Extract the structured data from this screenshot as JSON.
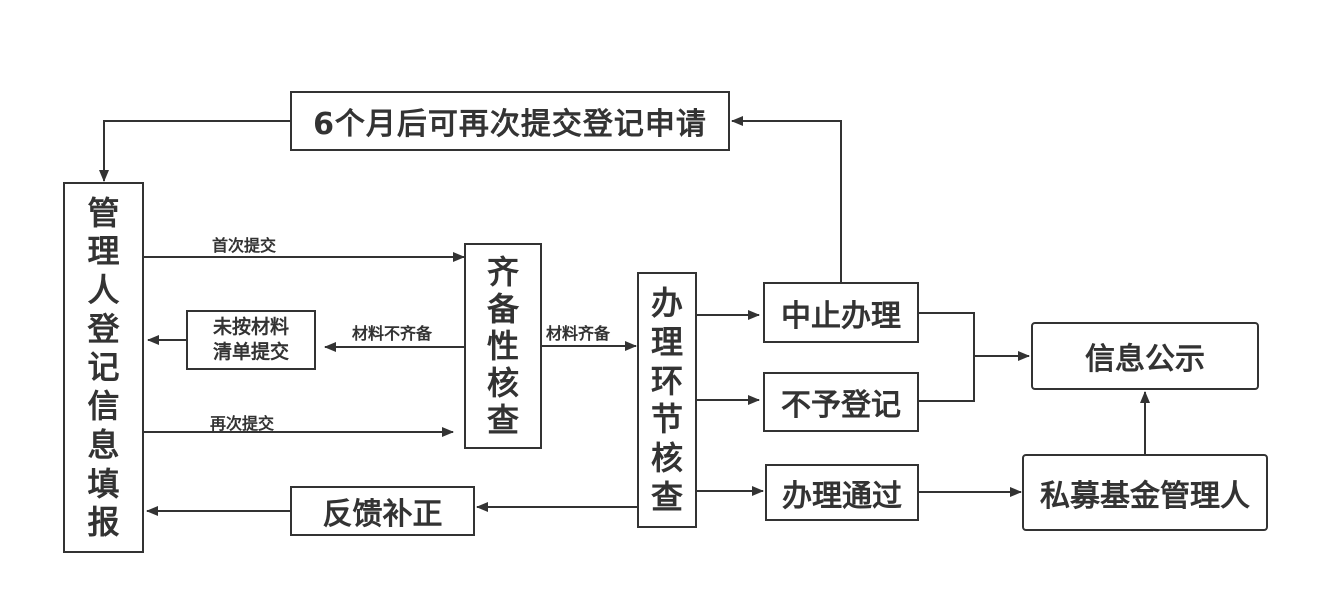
{
  "diagram": {
    "nodes": {
      "resubmit_after_6_months": "6个月后可再次提交登记申请",
      "manager_registration": "管理人登记信息填报",
      "not_submitted_per_list": [
        "未按材料",
        "清单提交"
      ],
      "completeness_check": "齐备性核查",
      "processing_review": "办理环节核查",
      "suspend_processing": "中止办理",
      "not_registered": "不予登记",
      "approved": "办理通过",
      "feedback_correction": "反馈补正",
      "info_disclosure": "信息公示",
      "private_fund_manager": "私募基金管理人"
    },
    "edge_labels": {
      "first_submission": "首次提交",
      "resubmission": "再次提交",
      "materials_incomplete": "材料不齐备",
      "materials_complete": "材料齐备"
    },
    "colors": {
      "line": "#333333",
      "text": "#333333",
      "background": "#ffffff"
    }
  }
}
